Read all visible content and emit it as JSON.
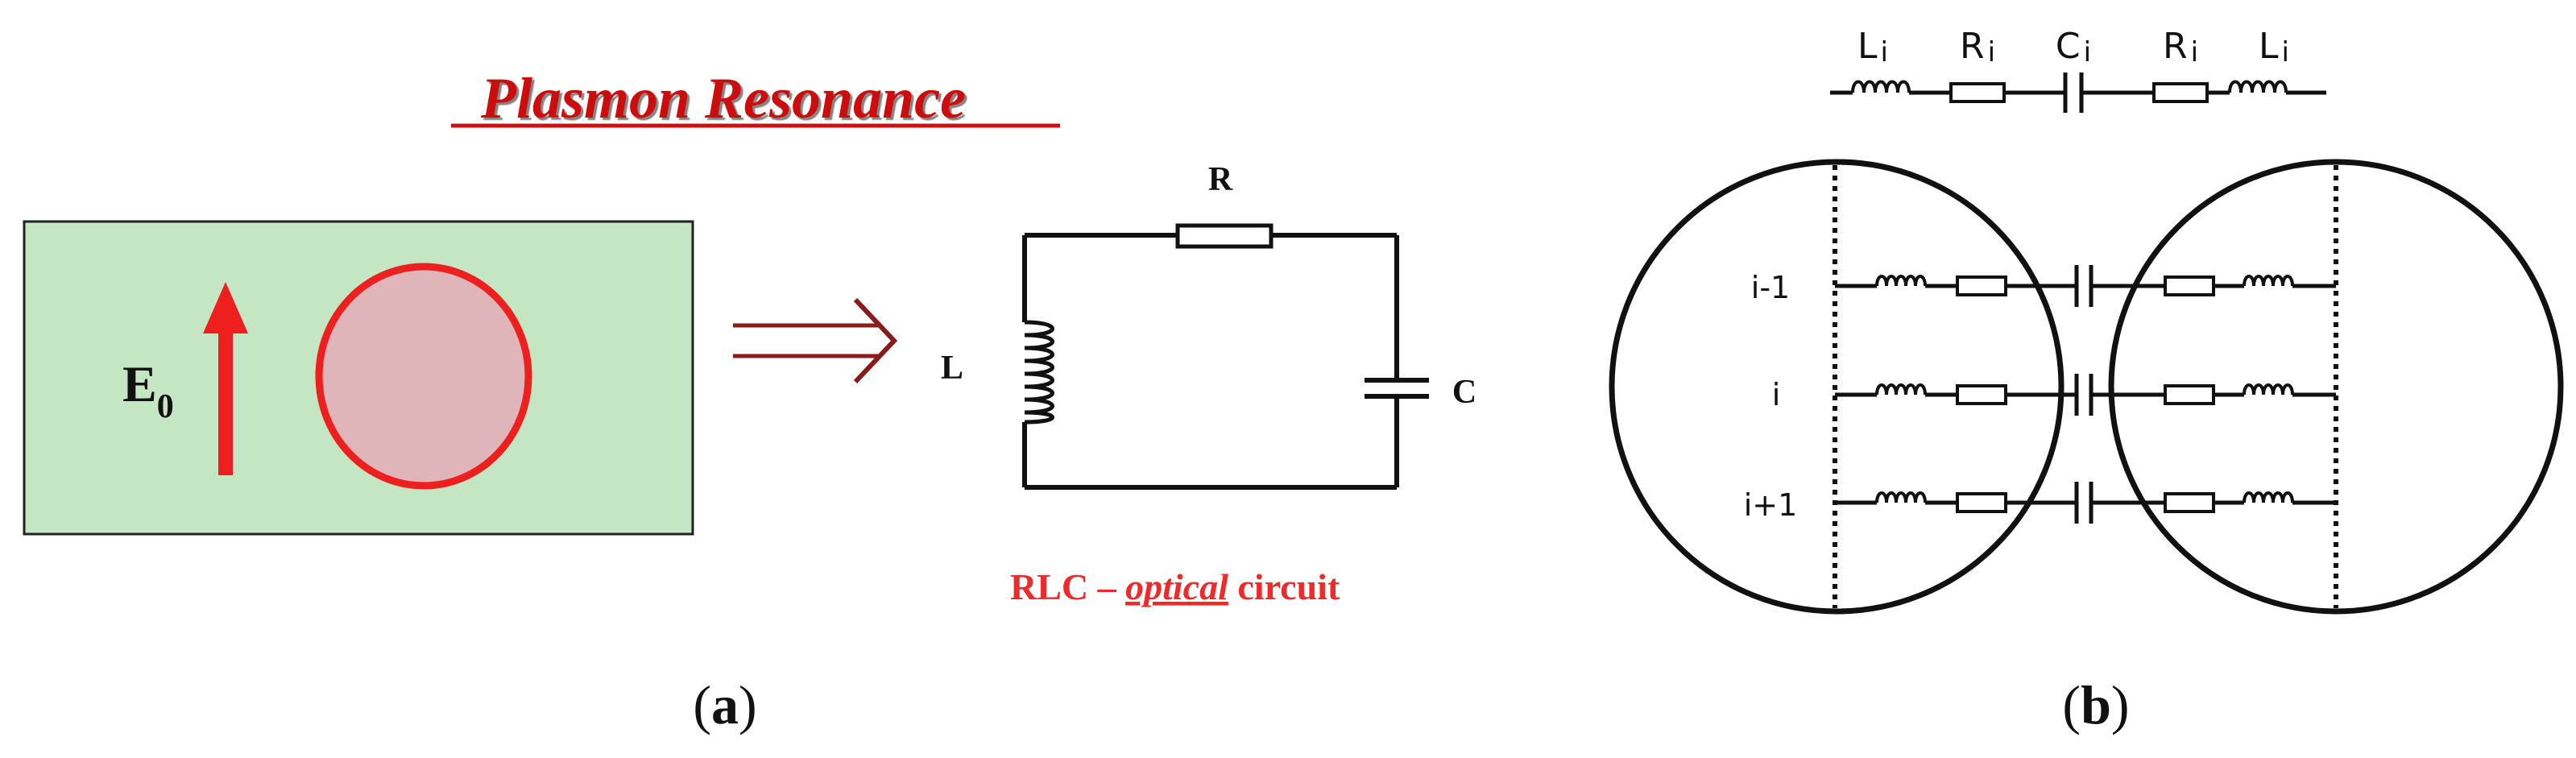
{
  "panel_a": {
    "title": "Plasmon Resonance",
    "field_label_main": "E",
    "field_label_sub": "0",
    "circuit": {
      "r_label": "R",
      "l_label": "L",
      "c_label": "C"
    },
    "caption_prefix": "RLC – ",
    "caption_emphasis": "optical",
    "caption_suffix": " circuit",
    "sublabel_open": "(",
    "sublabel_letter": "a",
    "sublabel_close": ")",
    "colors": {
      "title": "#cc1111",
      "box_fill": "#c5e6c3",
      "particle_fill": "#e0b5ba",
      "particle_edge": "#ee1f1f",
      "field_arrow": "#ee1f1f",
      "implies_arrow": "#8b1a1a",
      "caption": "#ee2a2a"
    }
  },
  "panel_b": {
    "legend": {
      "l_left": {
        "main": "L",
        "sub": "i"
      },
      "r_left": {
        "main": "R",
        "sub": "i"
      },
      "c_mid": {
        "main": "C",
        "sub": "i"
      },
      "r_right": {
        "main": "R",
        "sub": "i"
      },
      "l_right": {
        "main": "L",
        "sub": "i"
      }
    },
    "rows": [
      {
        "label": "i-1"
      },
      {
        "label": "i"
      },
      {
        "label": "i+1"
      }
    ],
    "sublabel_open": "(",
    "sublabel_letter": "b",
    "sublabel_close": ")"
  }
}
